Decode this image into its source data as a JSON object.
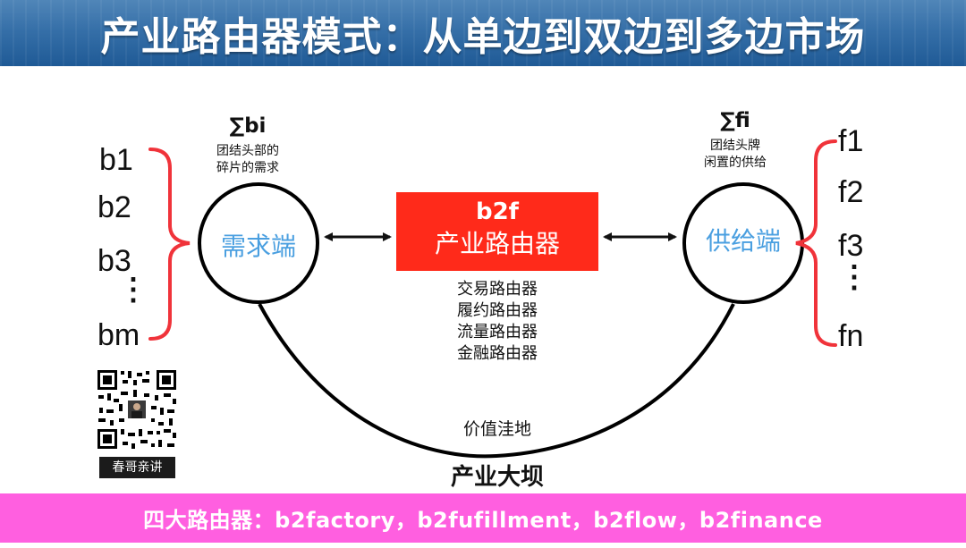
{
  "title": "产业路由器模式：从单边到双边到多边市场",
  "demand": {
    "sum": "∑bi",
    "caption": [
      "团结头部的",
      "碎片的需求"
    ],
    "node": "需求端",
    "items": [
      "b1",
      "b2",
      "b3",
      "⋮",
      "bm"
    ]
  },
  "supply": {
    "sum": "∑fi",
    "caption": [
      "团结头牌",
      "闲置的供给"
    ],
    "node": "供给端",
    "items": [
      "f1",
      "f2",
      "f3",
      "⋮",
      "fn"
    ]
  },
  "router": {
    "line1": "b2f",
    "line2": "产业路由器",
    "types": [
      "交易路由器",
      "履约路由器",
      "流量路由器",
      "金融路由器"
    ]
  },
  "valley_label": "价值洼地",
  "dam_label": "产业大坝",
  "qr_caption": "春哥亲讲",
  "footer": "四大路由器：b2factory，b2fufillment，b2flow，b2finance",
  "colors": {
    "header_blue": "#2a67a3",
    "footer_pink": "#ff5fe0",
    "router_red": "#ff2a1a",
    "node_text_blue": "#4a9fe0",
    "brace_red": "#f0333a"
  }
}
